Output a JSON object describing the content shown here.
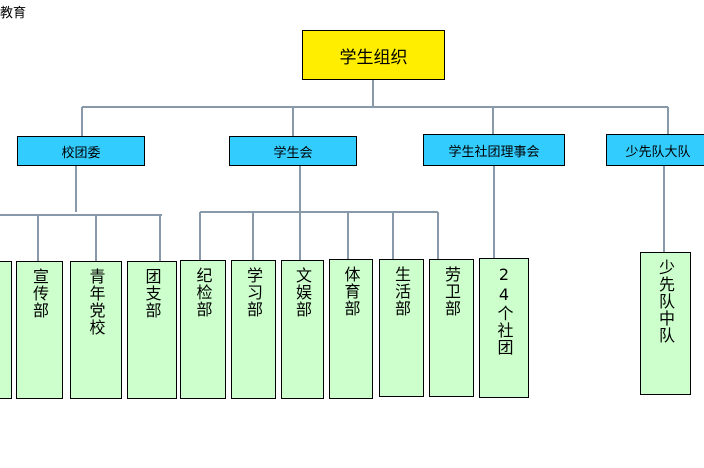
{
  "corner_text": "教育",
  "root": {
    "label": "学生组织"
  },
  "branches": [
    {
      "label": "校团委",
      "children": [
        "宣传部",
        "青年党校",
        "团支部"
      ]
    },
    {
      "label": "学生会",
      "children": [
        "纪检部",
        "学习部",
        "文娱部",
        "体育部",
        "生活部",
        "劳卫部"
      ]
    },
    {
      "label": "学生社团理事会",
      "children": [
        "24个社团"
      ]
    },
    {
      "label": "少先队大队",
      "children": [
        "少先队中队"
      ]
    }
  ],
  "colors": {
    "root_fill": "#ffee00",
    "branch_fill": "#33ccff",
    "leaf_fill": "#ccffcc",
    "connector": "#8899aa"
  }
}
